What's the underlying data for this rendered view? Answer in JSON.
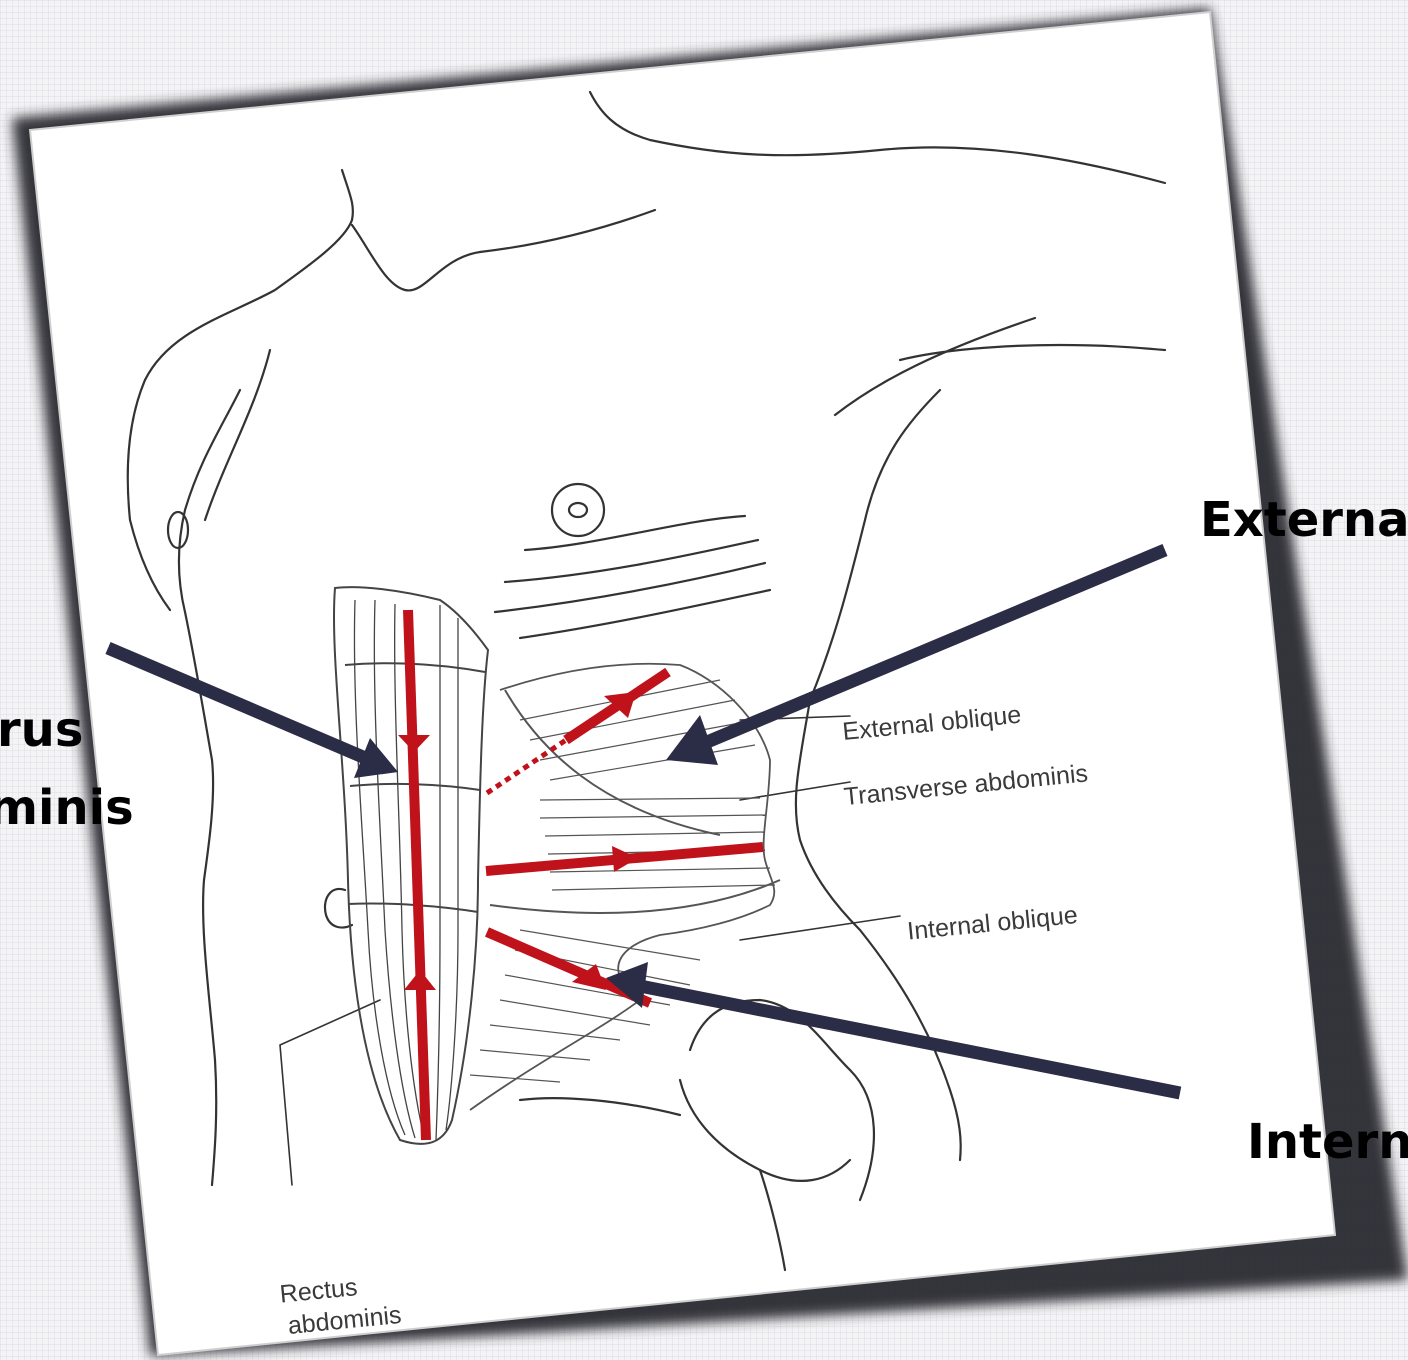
{
  "figure": {
    "labels": {
      "external_oblique": "External oblique",
      "transverse_abdominis": "Transverse abdominis",
      "internal_oblique": "Internal oblique",
      "rectus_line1": "Rectus",
      "rectus_line2": "abdominis"
    }
  },
  "callouts": {
    "external": "External",
    "internal": "Interna",
    "rectus_line1": "rus",
    "rectus_line2": "minis"
  },
  "colors": {
    "arrow": "#2b2c46",
    "muscle_line": "#c0121a",
    "sketch": "#333333",
    "frame_shadow": "#2a2a33"
  }
}
